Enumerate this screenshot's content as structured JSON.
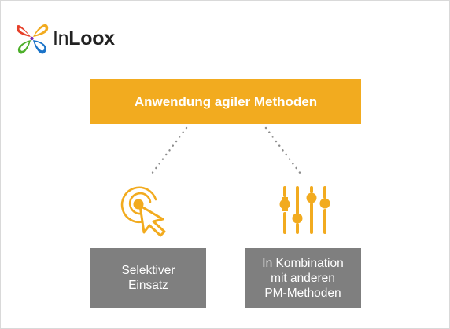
{
  "logo": {
    "text_light": "In",
    "text_bold": "Loox",
    "colors": [
      "#e6402a",
      "#f2ab1f",
      "#4caf2a",
      "#1a73c8",
      "#7b2fb0"
    ]
  },
  "diagram": {
    "top_label": "Anwendung agiler Methoden",
    "accent_color": "#f2ab1f",
    "box_color": "#7f7f7f",
    "connector_color": "#8c8c8c",
    "branches": [
      {
        "icon": "cursor-click-icon",
        "label_lines": [
          "Selektiver",
          "Einsatz"
        ]
      },
      {
        "icon": "sliders-icon",
        "label_lines": [
          "In Kombination",
          "mit anderen",
          "PM-Methoden"
        ]
      }
    ]
  }
}
